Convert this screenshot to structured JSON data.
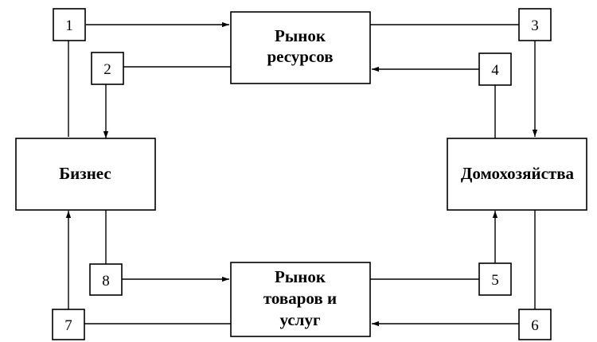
{
  "nodes": {
    "resource_market": {
      "line1": "Рынок",
      "line2": "ресурсов"
    },
    "business": {
      "label": "Бизнес"
    },
    "households": {
      "label": "Домохозяйства"
    },
    "goods_market": {
      "line1": "Рынок",
      "line2": "товаров и",
      "line3": "услуг"
    }
  },
  "markers": [
    "1",
    "2",
    "3",
    "4",
    "5",
    "6",
    "7",
    "8"
  ],
  "colors": {
    "line": "#000000",
    "background": "#ffffff"
  }
}
